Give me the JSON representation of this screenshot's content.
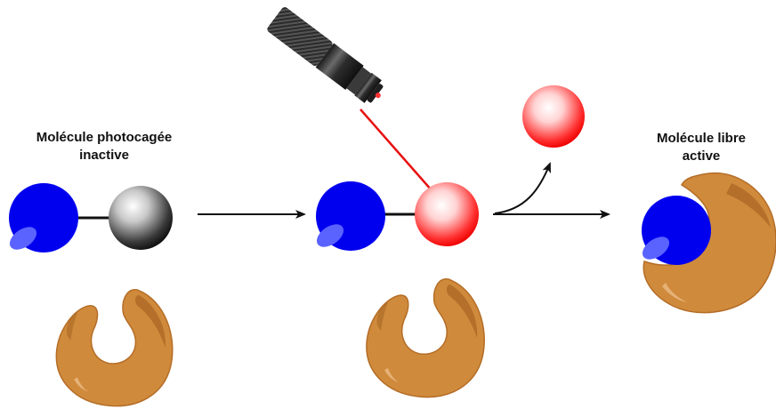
{
  "labels": {
    "caged": {
      "line1": "Molécule photocagée",
      "line2": "inactive"
    },
    "free": {
      "line1": "Molécule libre",
      "line2": "active"
    }
  },
  "colors": {
    "molecule": "#0000ee",
    "molecule_highlight": "#5a63ff",
    "cage_group": "#1a1a1a",
    "released_group": "#ff0000",
    "laser_beam": "#e81010",
    "enzyme": "#d08a3c",
    "enzyme_outline": "#b46d27",
    "arrow": "#111111"
  },
  "icons": {
    "light_source": "laser-pointer-icon",
    "enzyme": "enzyme-shape-icon"
  }
}
